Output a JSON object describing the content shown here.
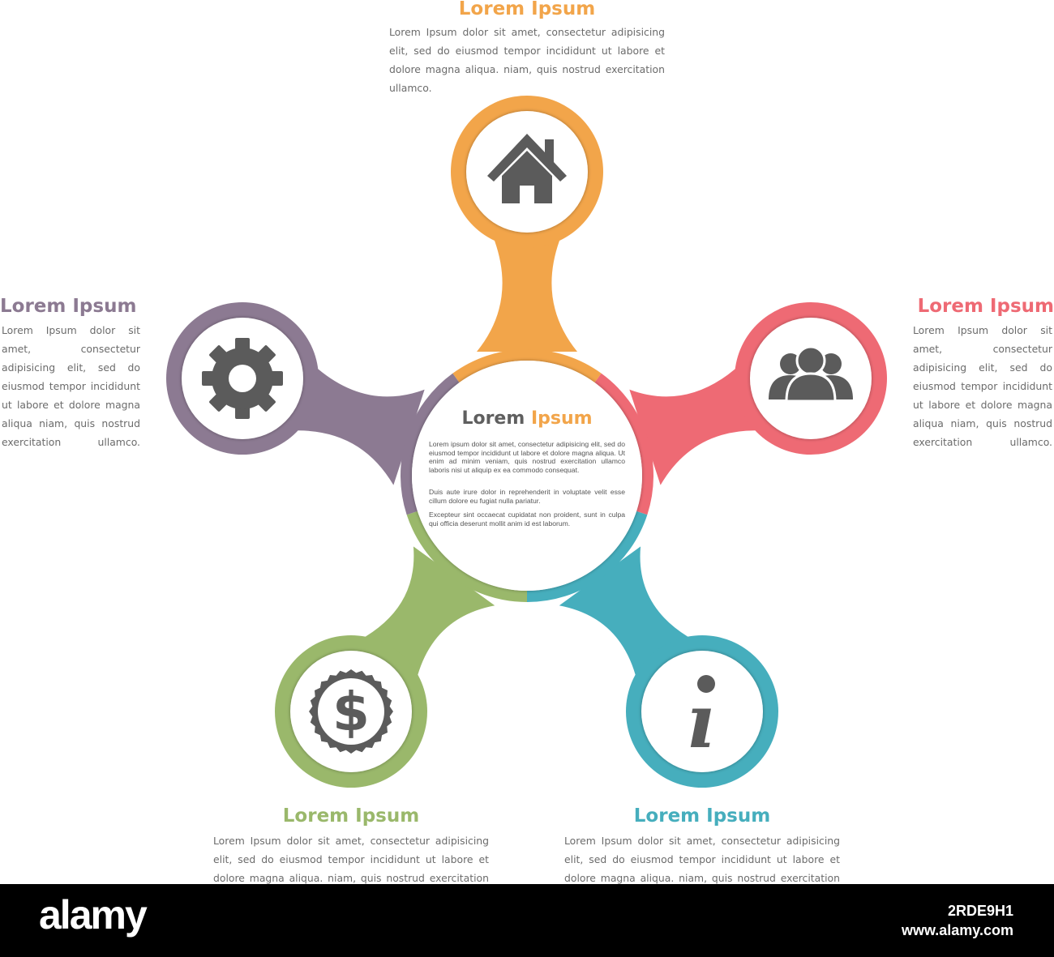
{
  "colors": {
    "orange": "#f2a54a",
    "red": "#ee6a74",
    "teal": "#46aebd",
    "green": "#9ab86b",
    "purple": "#8c7a92",
    "icon": "#5b5b5b",
    "text": "#6b6b6b",
    "center_dark": "#5f5f5f",
    "center_accent": "#f2a54a"
  },
  "center": {
    "title_part1": "Lorem",
    "title_part2": "Ipsum",
    "paragraph1": "Lorem ipsum dolor sit amet, consectetur adipisicing elit, sed do eiusmod tempor incididunt ut labore et dolore magna aliqua. Ut enim ad minim veniam, quis nostrud exercitation ullamco laboris nisi ut aliquip ex ea commodo consequat.",
    "paragraph2": "Duis aute irure dolor in reprehenderit in voluptate velit esse cillum dolore eu fugiat nulla pariatur.",
    "paragraph3": "Excepteur sint occaecat cupidatat non proident, sunt in culpa qui officia deserunt mollit anim id est laborum."
  },
  "nodes": [
    {
      "key": "top",
      "title": "Lorem Ipsum",
      "icon": "home-icon",
      "color": "#f2a54a",
      "text": "Lorem Ipsum dolor sit amet, consectetur adipisicing elit, sed do eiusmod tempor incididunt ut labore et dolore magna aliqua. niam, quis nostrud exercitation ullamco."
    },
    {
      "key": "right",
      "title": "Lorem Ipsum",
      "icon": "users-icon",
      "color": "#ee6a74",
      "text": "Lorem Ipsum dolor sit amet, consectetur adipisicing elit, sed do eiusmod tempor incididunt ut labore et dolore magna aliqua niam, quis nostrud exercitation ullamco."
    },
    {
      "key": "bottom-right",
      "title": "Lorem Ipsum",
      "icon": "info-icon",
      "color": "#46aebd",
      "text": "Lorem Ipsum dolor sit amet, consectetur adipisicing elit, sed do eiusmod tempor incididunt ut labore et dolore magna aliqua. niam, quis nostrud exercitation ullamco."
    },
    {
      "key": "bottom-left",
      "title": "Lorem Ipsum",
      "icon": "dollar-icon",
      "color": "#9ab86b",
      "text": "Lorem Ipsum dolor sit amet, consectetur adipisicing elit, sed do eiusmod tempor incididunt ut labore et dolore magna aliqua. niam, quis nostrud exercitation ullamco."
    },
    {
      "key": "left",
      "title": "Lorem Ipsum",
      "icon": "gear-icon",
      "color": "#8c7a92",
      "text": "Lorem Ipsum dolor sit amet, consectetur adipisicing elit, sed do eiusmod tempor incididunt ut labore et dolore magna aliqua niam, quis nostrud exercitation ullamco."
    }
  ],
  "footer": {
    "logo": "alamy",
    "image_id": "2RDE9H1",
    "url": "www.alamy.com"
  }
}
